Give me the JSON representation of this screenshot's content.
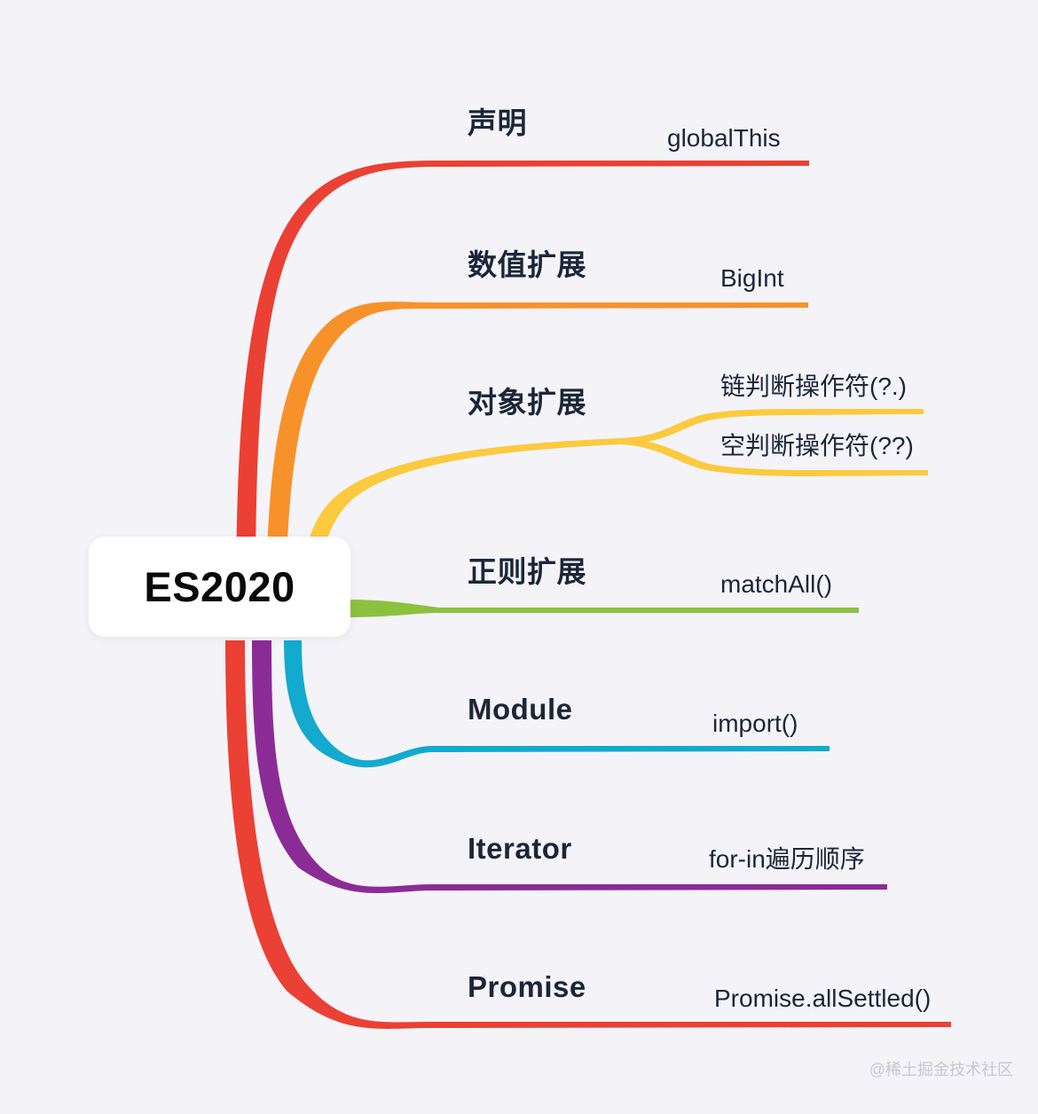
{
  "background_color": "#f4f3f8",
  "center": {
    "title": "ES2020",
    "shape": "rounded-rect",
    "fill": "#ffffff",
    "text_color": "#0a0a0a"
  },
  "text_color": "#1b2638",
  "watermark": {
    "text": "@稀土掘金技术社区",
    "color": "#c8c8d2"
  },
  "branches": [
    {
      "label": "声明",
      "color": "#eb4034",
      "leaves": [
        {
          "label": "globalThis"
        }
      ]
    },
    {
      "label": "数值扩展",
      "color": "#f7922b",
      "leaves": [
        {
          "label": "BigInt"
        }
      ]
    },
    {
      "label": "对象扩展",
      "color": "#fbca3e",
      "leaves": [
        {
          "label": "链判断操作符(?.)"
        },
        {
          "label": "空判断操作符(??)"
        }
      ]
    },
    {
      "label": "正则扩展",
      "color": "#8cc140",
      "leaves": [
        {
          "label": "matchAll()"
        }
      ]
    },
    {
      "label": "Module",
      "color": "#12aace",
      "leaves": [
        {
          "label": "import()"
        }
      ]
    },
    {
      "label": "Iterator",
      "color": "#8b2c96",
      "leaves": [
        {
          "label": "for-in遍历顺序"
        }
      ]
    },
    {
      "label": "Promise",
      "color": "#eb4034",
      "leaves": [
        {
          "label": "Promise.allSettled()"
        }
      ]
    }
  ]
}
